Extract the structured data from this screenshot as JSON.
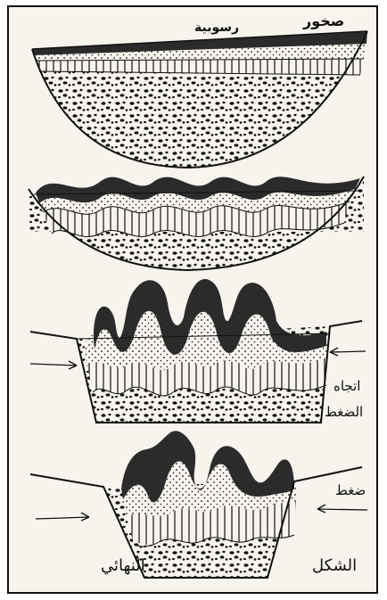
{
  "labels": {
    "sukhur": "صخور",
    "rusubiya": "رسوبية",
    "ittijah": "اتجاه",
    "daght_direction": "الضغط",
    "daght": "ضغط",
    "shakl": "الشكل",
    "nihai": "النهائي"
  },
  "stages": [
    "stage-1-horizontal",
    "stage-2-gentle-folds",
    "stage-3-compressed-folds",
    "stage-4-final-shape"
  ],
  "colors": {
    "ink": "#111111",
    "paper": "#f7f4ee",
    "dark_layer": "#2b2b2b"
  }
}
